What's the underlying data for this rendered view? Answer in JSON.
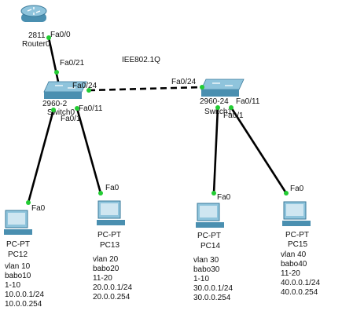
{
  "router": {
    "model_label": "2811",
    "name": "Router0",
    "port": "Fa0/0"
  },
  "trunk_label": "IEE802.1Q",
  "switches": [
    {
      "model_label": "2960-2",
      "name": "Switch0",
      "port_up": "Fa0/21",
      "port_trunk": "Fa0/24",
      "port_right": "Fa0/11",
      "port_left": "Fa0/1"
    },
    {
      "model_label": "2960-24",
      "name": "Switch1",
      "port_trunk": "Fa0/24",
      "port_right": "Fa0/11",
      "port_left": "Fa0/1"
    }
  ],
  "pcs": [
    {
      "type": "PC-PT",
      "name": "PC12",
      "port": "Fa0",
      "lines": [
        "vlan 10",
        "babo10",
        "1-10",
        "10.0.0.1/24",
        "10.0.0.254"
      ]
    },
    {
      "type": "PC-PT",
      "name": "PC13",
      "port": "Fa0",
      "lines": [
        "vlan 20",
        "babo20",
        "11-20",
        "20.0.0.1/24",
        "20.0.0.254"
      ]
    },
    {
      "type": "PC-PT",
      "name": "PC14",
      "port": "Fa0",
      "lines": [
        "vlan 30",
        "babo30",
        "1-10",
        "30.0.0.1/24",
        "30.0.0.254"
      ]
    },
    {
      "type": "PC-PT",
      "name": "PC15",
      "port": "Fa0",
      "lines": [
        "vlan 40",
        "babo40",
        "11-20",
        "40.0.0.1/24",
        "40.0.0.254"
      ]
    }
  ],
  "colors": {
    "link": "#000000",
    "port_dot": "#22cc33",
    "device_blue": "#4a8fb0",
    "device_light": "#8fc4dc"
  }
}
